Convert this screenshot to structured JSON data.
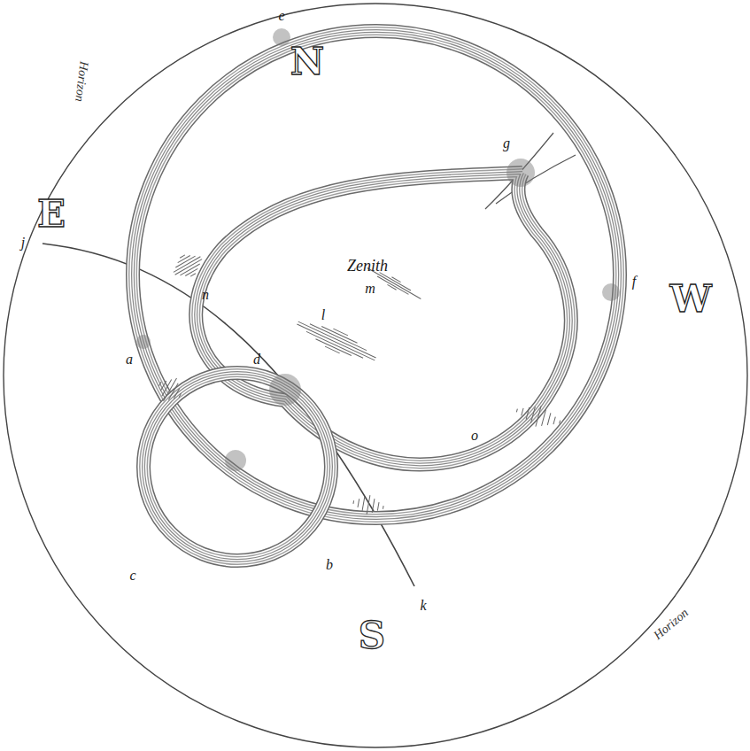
{
  "diagram": {
    "labels": [
      "Horizon",
      "N",
      "e",
      "g",
      "E",
      "n",
      "Zenith",
      "m",
      "f",
      "W",
      "j",
      "l",
      "a",
      "d",
      "o",
      "c",
      "b",
      "S",
      "k",
      "Horizon"
    ]
  }
}
